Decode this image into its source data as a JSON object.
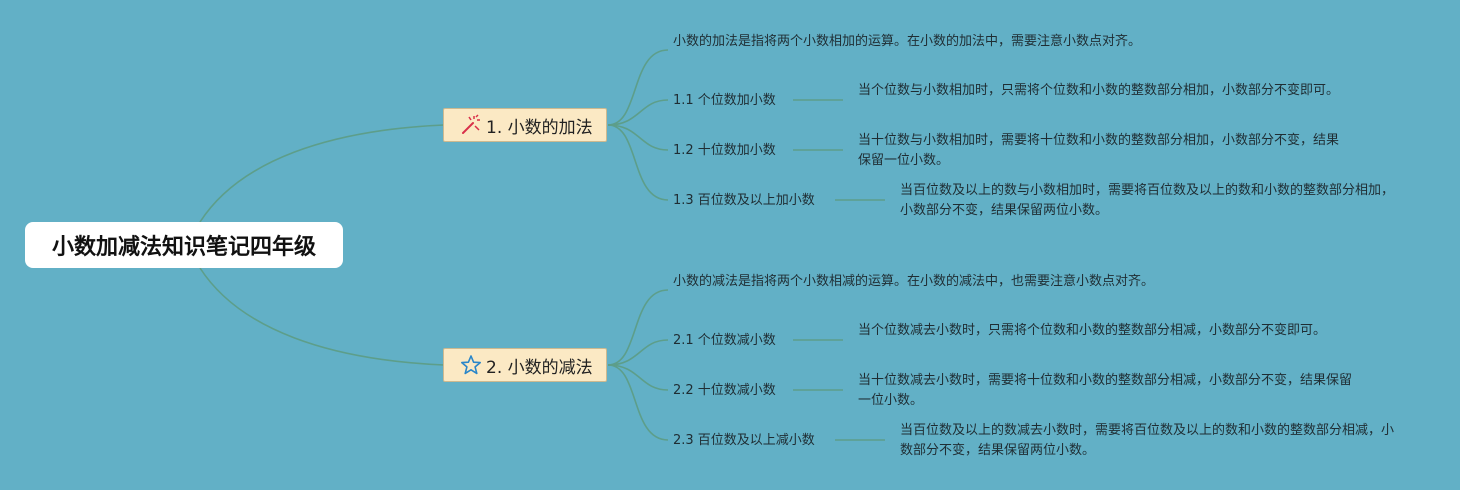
{
  "root": {
    "title": "小数加减法知识笔记四年级"
  },
  "branches": [
    {
      "label": "1. 小数的加法",
      "icon": "magic-wand-icon",
      "description": "小数的加法是指将两个小数相加的运算。在小数的加法中，需要注意小数点对齐。",
      "children": [
        {
          "label": "1.1 个位数加小数",
          "detail": "当个位数与小数相加时，只需将个位数和小数的整数部分相加，小数部分不变即可。"
        },
        {
          "label": "1.2 十位数加小数",
          "detail": "当十位数与小数相加时，需要将十位数和小数的整数部分相加，小数部分不变，结果保留一位小数。"
        },
        {
          "label": "1.3 百位数及以上加小数",
          "detail": "当百位数及以上的数与小数相加时，需要将百位数及以上的数和小数的整数部分相加，小数部分不变，结果保留两位小数。"
        }
      ]
    },
    {
      "label": "2. 小数的减法",
      "icon": "star-outline-icon",
      "description": "小数的减法是指将两个小数相减的运算。在小数的减法中，也需要注意小数点对齐。",
      "children": [
        {
          "label": "2.1 个位数减小数",
          "detail": "当个位数减去小数时，只需将个位数和小数的整数部分相减，小数部分不变即可。"
        },
        {
          "label": "2.2 十位数减小数",
          "detail": "当十位数减去小数时，需要将十位数和小数的整数部分相减，小数部分不变，结果保留一位小数。"
        },
        {
          "label": "2.3 百位数及以上减小数",
          "detail": "当百位数及以上的数减去小数时，需要将百位数及以上的数和小数的整数部分相减，小数部分不变，结果保留两位小数。"
        }
      ]
    }
  ],
  "colors": {
    "background": "#62b0c6",
    "connector": "#5d9e8a",
    "branch_fill": "#fbe9c4",
    "root_fill": "#ffffff",
    "wand_icon": "#d9304a",
    "star_icon": "#2a86c9"
  }
}
